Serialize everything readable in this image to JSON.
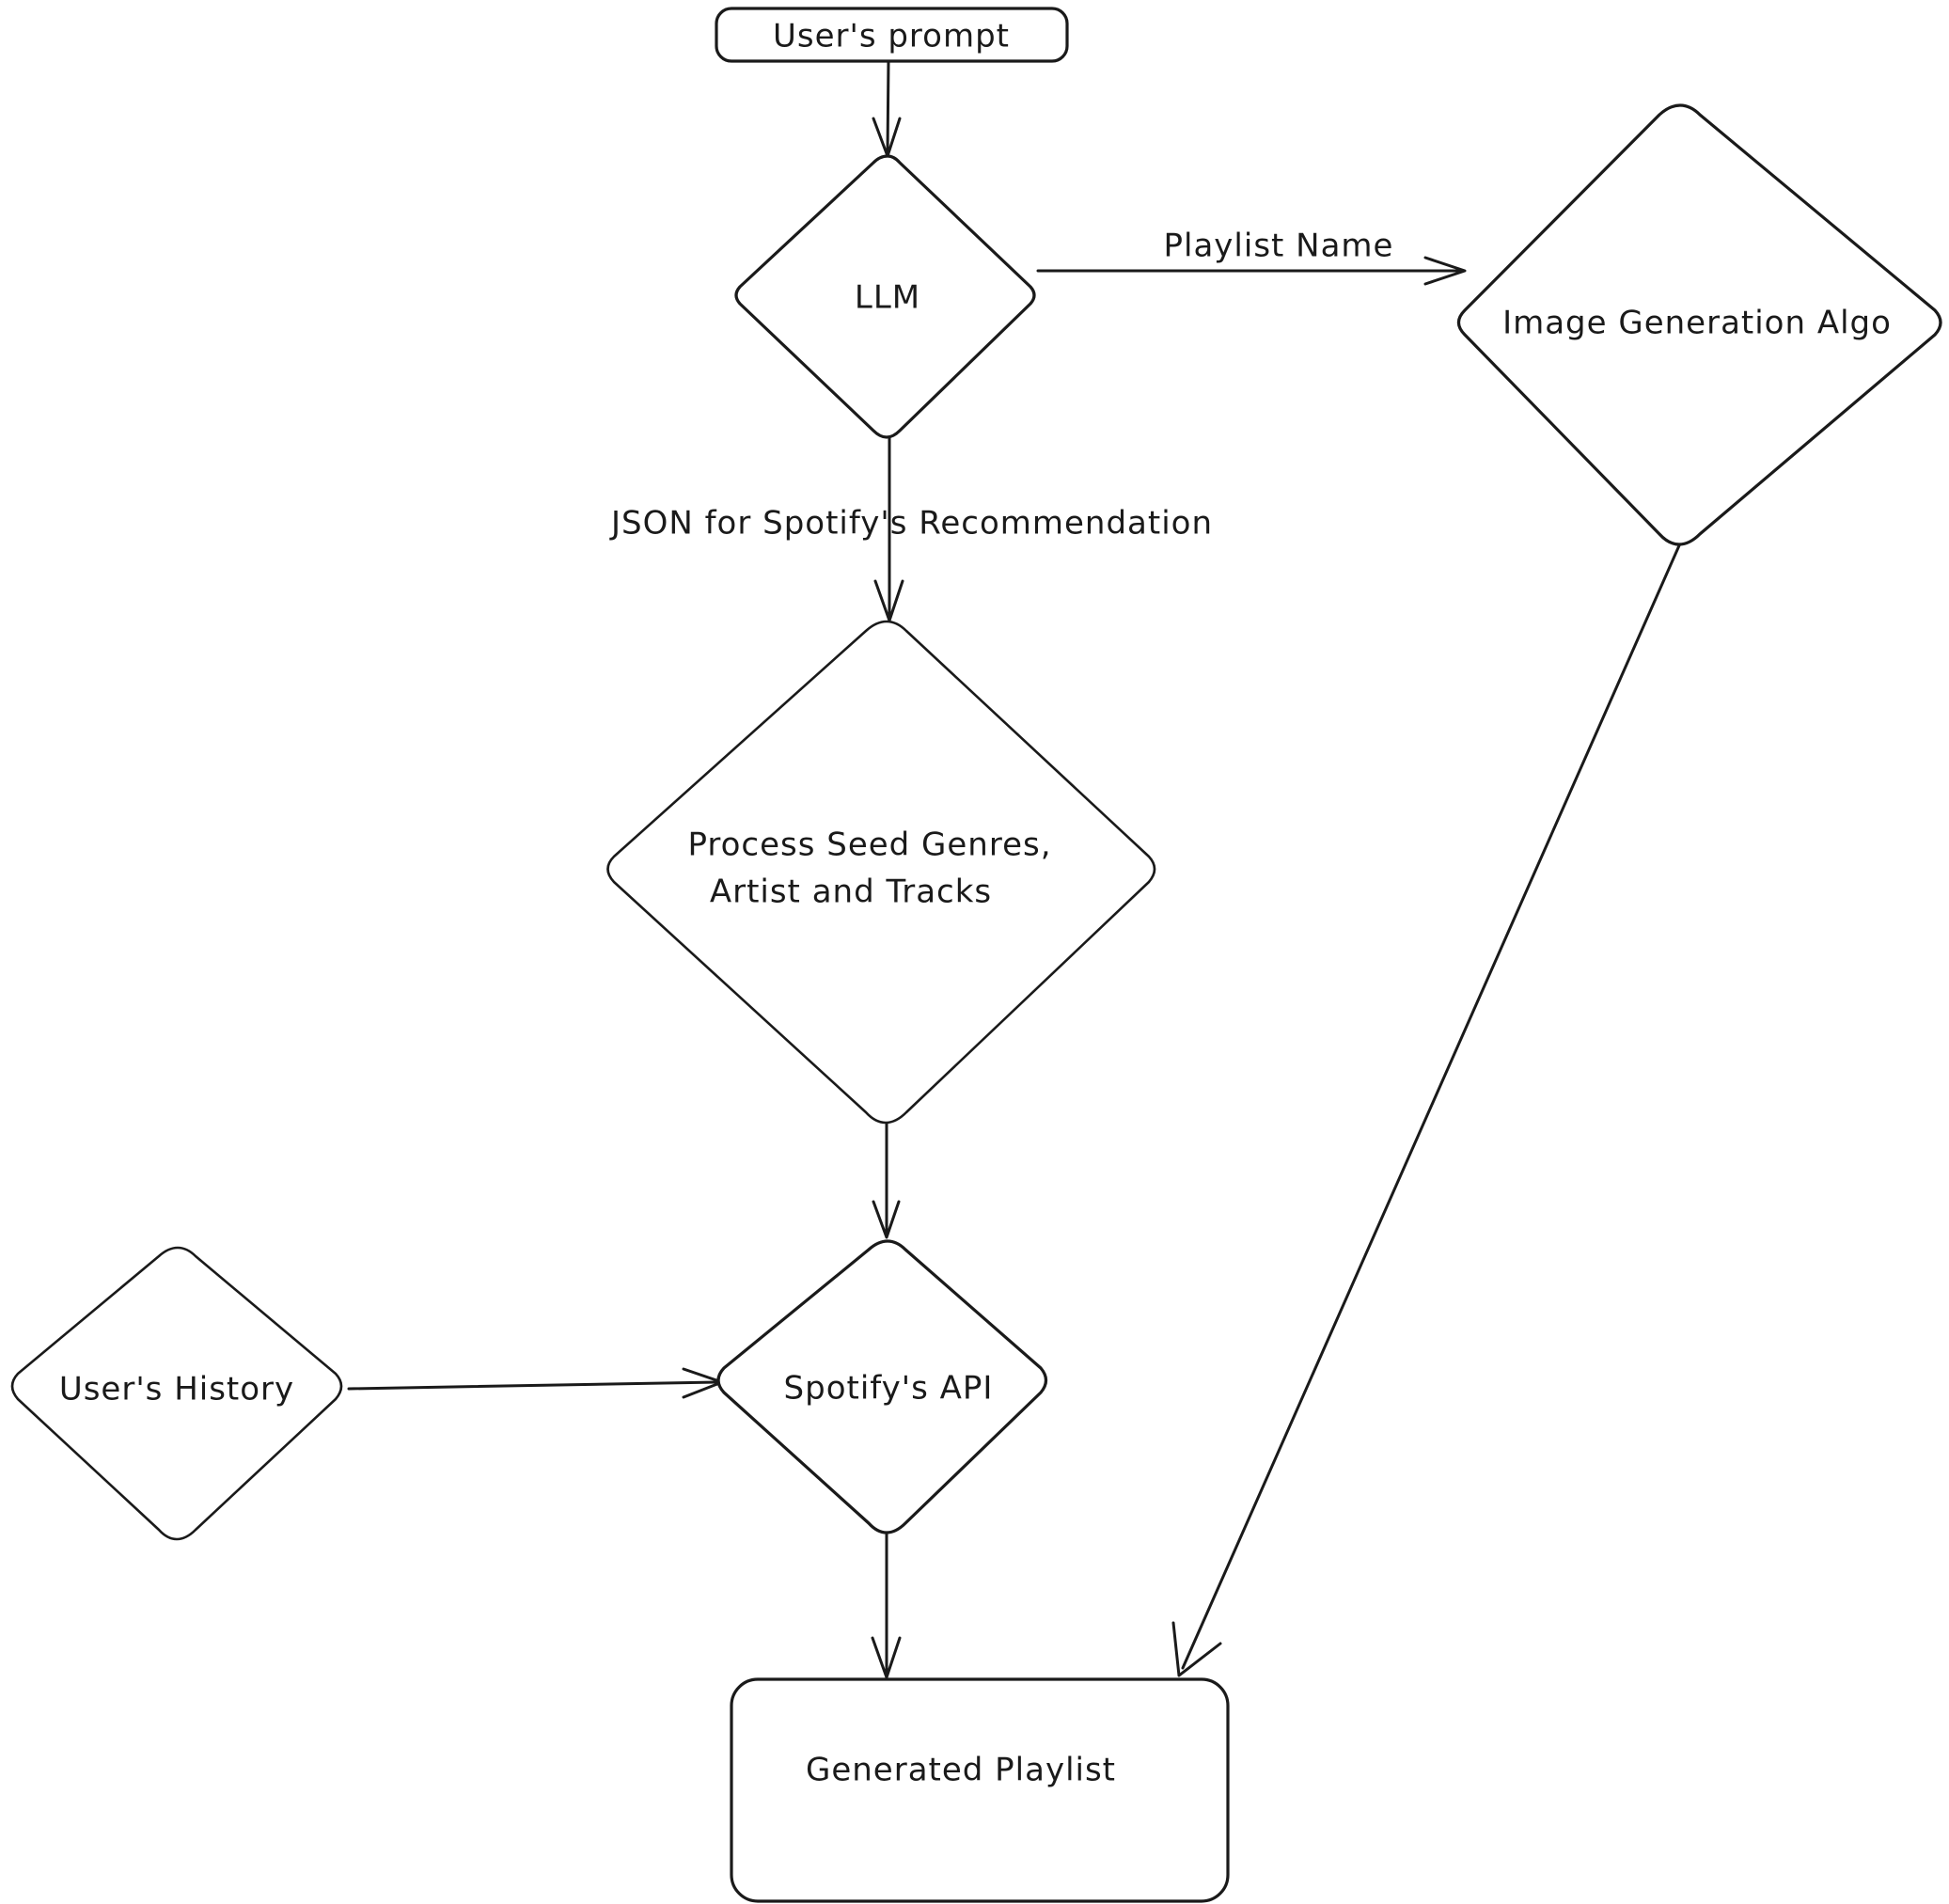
{
  "diagram": {
    "title": "Playlist generation flowchart",
    "background_color": "#ffffff",
    "stroke_color": "#1a1a1a",
    "text_color": "#1a1a1a"
  },
  "nodes": {
    "users_prompt": {
      "label": "User's prompt",
      "shape": "rounded-rectangle"
    },
    "llm": {
      "label": "LLM",
      "shape": "diamond"
    },
    "image_generation_algo": {
      "label": "Image Generation Algo",
      "shape": "diamond"
    },
    "process_seed": {
      "label_line1": "Process Seed Genres,",
      "label_line2": "Artist and Tracks",
      "shape": "diamond"
    },
    "users_history": {
      "label": "User's History",
      "shape": "diamond"
    },
    "spotify_api": {
      "label": "Spotify's API",
      "shape": "diamond"
    },
    "generated_playlist": {
      "label": "Generated Playlist",
      "shape": "rounded-rectangle"
    }
  },
  "edges": {
    "prompt_to_llm": {
      "label": "",
      "from": "users_prompt",
      "to": "llm"
    },
    "llm_to_image": {
      "label": "Playlist Name",
      "from": "llm",
      "to": "image_generation_algo"
    },
    "llm_to_process": {
      "label": "JSON for Spotify's Recommendation",
      "from": "llm",
      "to": "process_seed"
    },
    "process_to_api": {
      "label": "",
      "from": "process_seed",
      "to": "spotify_api"
    },
    "history_to_api": {
      "label": "",
      "from": "users_history",
      "to": "spotify_api"
    },
    "api_to_playlist": {
      "label": "",
      "from": "spotify_api",
      "to": "generated_playlist"
    },
    "image_to_playlist": {
      "label": "",
      "from": "image_generation_algo",
      "to": "generated_playlist"
    }
  }
}
